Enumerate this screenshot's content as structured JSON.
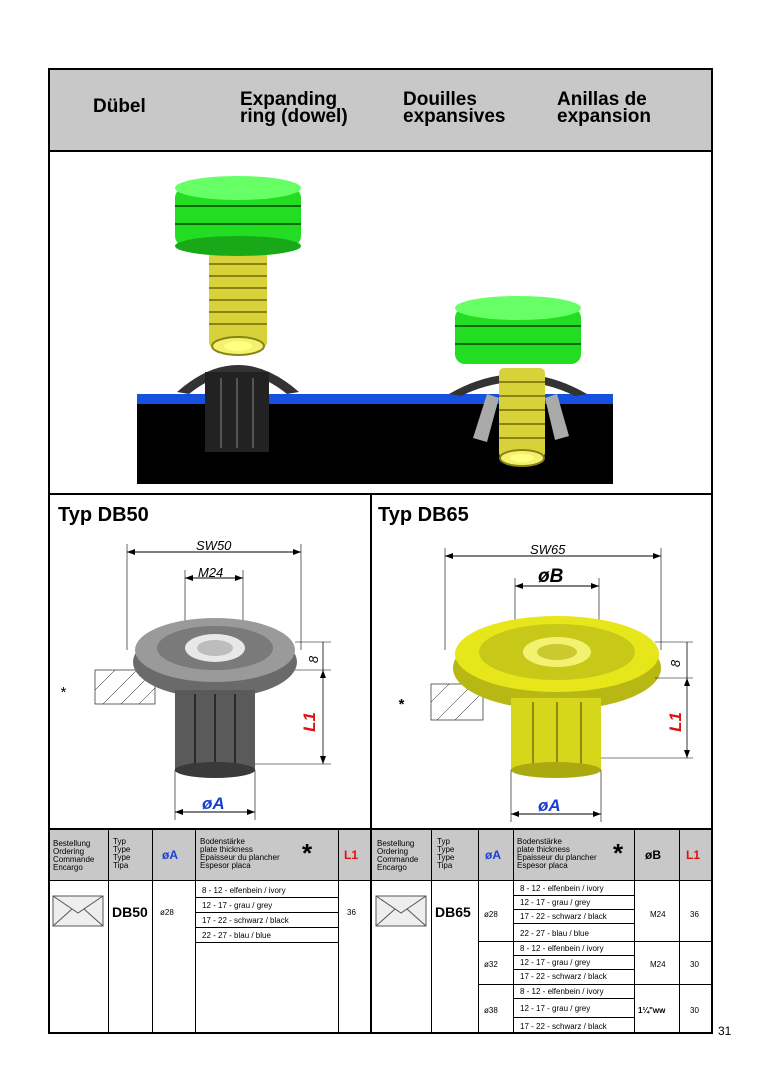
{
  "header": {
    "col1": "Dübel",
    "col2_l1": "Expanding",
    "col2_l2": "ring (dowel)",
    "col3_l1": "Douilles",
    "col3_l2": "expansives",
    "col4_l1": "Anillas de",
    "col4_l2": "expansion"
  },
  "left": {
    "title": "Typ  DB50",
    "sw": "SW50",
    "m": "M24",
    "dim8": "8",
    "l1": "L1",
    "oa": "øA",
    "star": "*"
  },
  "right": {
    "title": "Typ  DB65",
    "sw": "SW65",
    "ob": "øB",
    "dim8": "8",
    "l1": "L1",
    "oa": "øA",
    "star": "*"
  },
  "table_left": {
    "h_order": [
      "Bestellung",
      "Ordering",
      "Commande",
      "Encargo"
    ],
    "h_type": [
      "Typ",
      "Type",
      "Type",
      "Tipa"
    ],
    "h_a": "øA",
    "h_thick": [
      "Bodenstärke",
      "plate thickness",
      "Epaisseur du plancher",
      "Espesor placa"
    ],
    "h_star": "*",
    "h_l1": "L1",
    "type": "DB50",
    "a": "ø28",
    "l1": "36",
    "rows": [
      "8 - 12   - elfenbein / ivory",
      "12 - 17   - grau / grey",
      "17 - 22   - schwarz / black",
      "22 - 27   - blau / blue"
    ]
  },
  "table_right": {
    "h_order": [
      "Bestellung",
      "Ordering",
      "Commande",
      "Encargo"
    ],
    "h_type": [
      "Typ",
      "Type",
      "Type",
      "Tipa"
    ],
    "h_a": "øA",
    "h_thick": [
      "Bodenstärke",
      "plate thickness",
      "Epaisseur du plancher",
      "Espesor placa"
    ],
    "h_star": "*",
    "h_b": "øB",
    "h_l1": "L1",
    "type": "DB65",
    "groups": [
      {
        "a": "ø28",
        "b": "M24",
        "l1": "36",
        "rows": [
          "8 - 12   - elfenbein / ivory",
          "12 - 17   - grau / grey",
          "17 - 22   - schwarz / black",
          "22 - 27   - blau / blue"
        ]
      },
      {
        "a": "ø32",
        "b": "M24",
        "l1": "30",
        "rows": [
          "8 - 12   - elfenbein / ivory",
          "12 - 17   - grau / grey",
          "17 - 22   - schwarz / black"
        ]
      },
      {
        "a": "ø38",
        "b": "1¼\"ww",
        "l1": "30",
        "rows": [
          "8 - 12   - elfenbein / ivory",
          "12 - 17   - grau / grey",
          "17 - 22   - schwarz / black"
        ]
      }
    ]
  },
  "page_number": "31",
  "colors": {
    "header_bg": "#c8c8c8",
    "green": "#22dd22",
    "yellow": "#e6e61a",
    "blue_dim": "#1a3fd0",
    "red_dim": "#e01010"
  }
}
